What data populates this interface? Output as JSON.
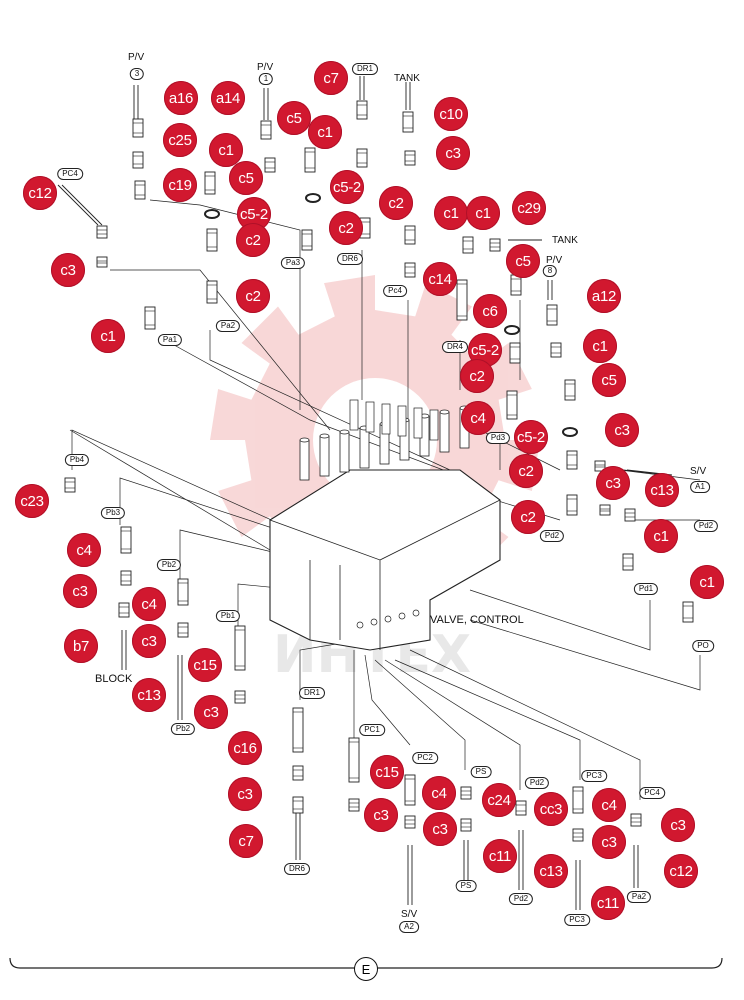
{
  "callouts": [
    {
      "id": "a16",
      "label": "a16"
    },
    {
      "id": "c25",
      "label": "c25"
    },
    {
      "id": "c19",
      "label": "c19"
    },
    {
      "id": "c12_top",
      "label": "c12"
    },
    {
      "id": "c3_left",
      "label": "c3"
    },
    {
      "id": "c1_pa1",
      "label": "c1"
    },
    {
      "id": "a14",
      "label": "a14"
    },
    {
      "id": "c1_mid",
      "label": "c1"
    },
    {
      "id": "c5_mid",
      "label": "c5"
    },
    {
      "id": "c5-2_a",
      "label": "c5-2"
    },
    {
      "id": "c2_a",
      "label": "c2"
    },
    {
      "id": "c2_b",
      "label": "c2"
    },
    {
      "id": "c5_top",
      "label": "c5"
    },
    {
      "id": "c7_top",
      "label": "c7"
    },
    {
      "id": "c1_top",
      "label": "c1"
    },
    {
      "id": "c5-2_b",
      "label": "c5-2"
    },
    {
      "id": "c2_c",
      "label": "c2"
    },
    {
      "id": "c2_d",
      "label": "c2"
    },
    {
      "id": "c10",
      "label": "c10"
    },
    {
      "id": "c3_tank",
      "label": "c3"
    },
    {
      "id": "c1_r1",
      "label": "c1"
    },
    {
      "id": "c1_r2",
      "label": "c1"
    },
    {
      "id": "c29",
      "label": "c29"
    },
    {
      "id": "c14",
      "label": "c14"
    },
    {
      "id": "c5_r",
      "label": "c5"
    },
    {
      "id": "c6",
      "label": "c6"
    },
    {
      "id": "a12",
      "label": "a12"
    },
    {
      "id": "c5-2_c",
      "label": "c5-2"
    },
    {
      "id": "c2_e",
      "label": "c2"
    },
    {
      "id": "c1_r3",
      "label": "c1"
    },
    {
      "id": "c5_r2",
      "label": "c5"
    },
    {
      "id": "c4_r",
      "label": "c4"
    },
    {
      "id": "c5-2_d",
      "label": "c5-2"
    },
    {
      "id": "c3_r",
      "label": "c3"
    },
    {
      "id": "c2_f",
      "label": "c2"
    },
    {
      "id": "c3_r2",
      "label": "c3"
    },
    {
      "id": "c13_r",
      "label": "c13"
    },
    {
      "id": "c2_g",
      "label": "c2"
    },
    {
      "id": "c1_r4",
      "label": "c1"
    },
    {
      "id": "c1_po",
      "label": "c1"
    },
    {
      "id": "c23",
      "label": "c23"
    },
    {
      "id": "c4_l",
      "label": "c4"
    },
    {
      "id": "c3_l",
      "label": "c3"
    },
    {
      "id": "c4_l2",
      "label": "c4"
    },
    {
      "id": "b7",
      "label": "b7"
    },
    {
      "id": "c3_l2",
      "label": "c3"
    },
    {
      "id": "c15_l",
      "label": "c15"
    },
    {
      "id": "c13_l",
      "label": "c13"
    },
    {
      "id": "c3_l3",
      "label": "c3"
    },
    {
      "id": "c16",
      "label": "c16"
    },
    {
      "id": "c3_b1",
      "label": "c3"
    },
    {
      "id": "c7_b",
      "label": "c7"
    },
    {
      "id": "c15_b",
      "label": "c15"
    },
    {
      "id": "c3_b2",
      "label": "c3"
    },
    {
      "id": "c4_b",
      "label": "c4"
    },
    {
      "id": "c3_b3",
      "label": "c3"
    },
    {
      "id": "c24",
      "label": "c24"
    },
    {
      "id": "c11_b",
      "label": "c11"
    },
    {
      "id": "cc3",
      "label": "cc3"
    },
    {
      "id": "c13_b",
      "label": "c13"
    },
    {
      "id": "c4_b2",
      "label": "c4"
    },
    {
      "id": "c3_b4",
      "label": "c3"
    },
    {
      "id": "c3_b5",
      "label": "c3"
    },
    {
      "id": "c11_b2",
      "label": "c11"
    },
    {
      "id": "c12_b",
      "label": "c12"
    }
  ],
  "tags": [
    {
      "id": "pv3",
      "label": "3"
    },
    {
      "id": "pv1",
      "label": "1"
    },
    {
      "id": "dr1_top",
      "label": "DR1"
    },
    {
      "id": "pc4_top",
      "label": "PC4"
    },
    {
      "id": "pa1",
      "label": "Pa1"
    },
    {
      "id": "pa2",
      "label": "Pa2"
    },
    {
      "id": "pa3",
      "label": "Pa3"
    },
    {
      "id": "dr6_top",
      "label": "DR6"
    },
    {
      "id": "pc4_mid",
      "label": "Pc4"
    },
    {
      "id": "dr4",
      "label": "DR4"
    },
    {
      "id": "pv8",
      "label": "8"
    },
    {
      "id": "pd3",
      "label": "Pd3"
    },
    {
      "id": "pd2_r",
      "label": "Pd2"
    },
    {
      "id": "a1",
      "label": "A1"
    },
    {
      "id": "pd2_r2",
      "label": "Pd2"
    },
    {
      "id": "pd1",
      "label": "Pd1"
    },
    {
      "id": "po",
      "label": "PO"
    },
    {
      "id": "pb4",
      "label": "Pb4"
    },
    {
      "id": "pb3",
      "label": "Pb3"
    },
    {
      "id": "pb2",
      "label": "Pb2"
    },
    {
      "id": "pb1",
      "label": "Pb1"
    },
    {
      "id": "pb2_b",
      "label": "Pb2"
    },
    {
      "id": "dr1_b",
      "label": "DR1"
    },
    {
      "id": "pc1",
      "label": "PC1"
    },
    {
      "id": "pc2",
      "label": "PC2"
    },
    {
      "id": "ps",
      "label": "PS"
    },
    {
      "id": "pd2_b",
      "label": "Pd2"
    },
    {
      "id": "pc3",
      "label": "PC3"
    },
    {
      "id": "pc4_b",
      "label": "PC4"
    },
    {
      "id": "dr6_b",
      "label": "DR6"
    },
    {
      "id": "ps_b",
      "label": "PS"
    },
    {
      "id": "pd2_b2",
      "label": "Pd2"
    },
    {
      "id": "pc3_b",
      "label": "PC3"
    },
    {
      "id": "pa2_b",
      "label": "Pa2"
    },
    {
      "id": "a2",
      "label": "A2"
    }
  ],
  "texts": {
    "pv_left": "P/V",
    "pv_mid": "P/V",
    "tank_top": "TANK",
    "tank_right": "TANK",
    "pv_right": "P/V",
    "sv_right": "S/V",
    "valve_control": "VALVE, CONTROL",
    "block": "BLOCK",
    "sv_bottom": "S/V"
  },
  "watermark_text": "ИНТЕХ",
  "section_letter": "E",
  "colors": {
    "callout": "#d1182f",
    "line": "#222222",
    "watermark": "#f3b8b8"
  }
}
